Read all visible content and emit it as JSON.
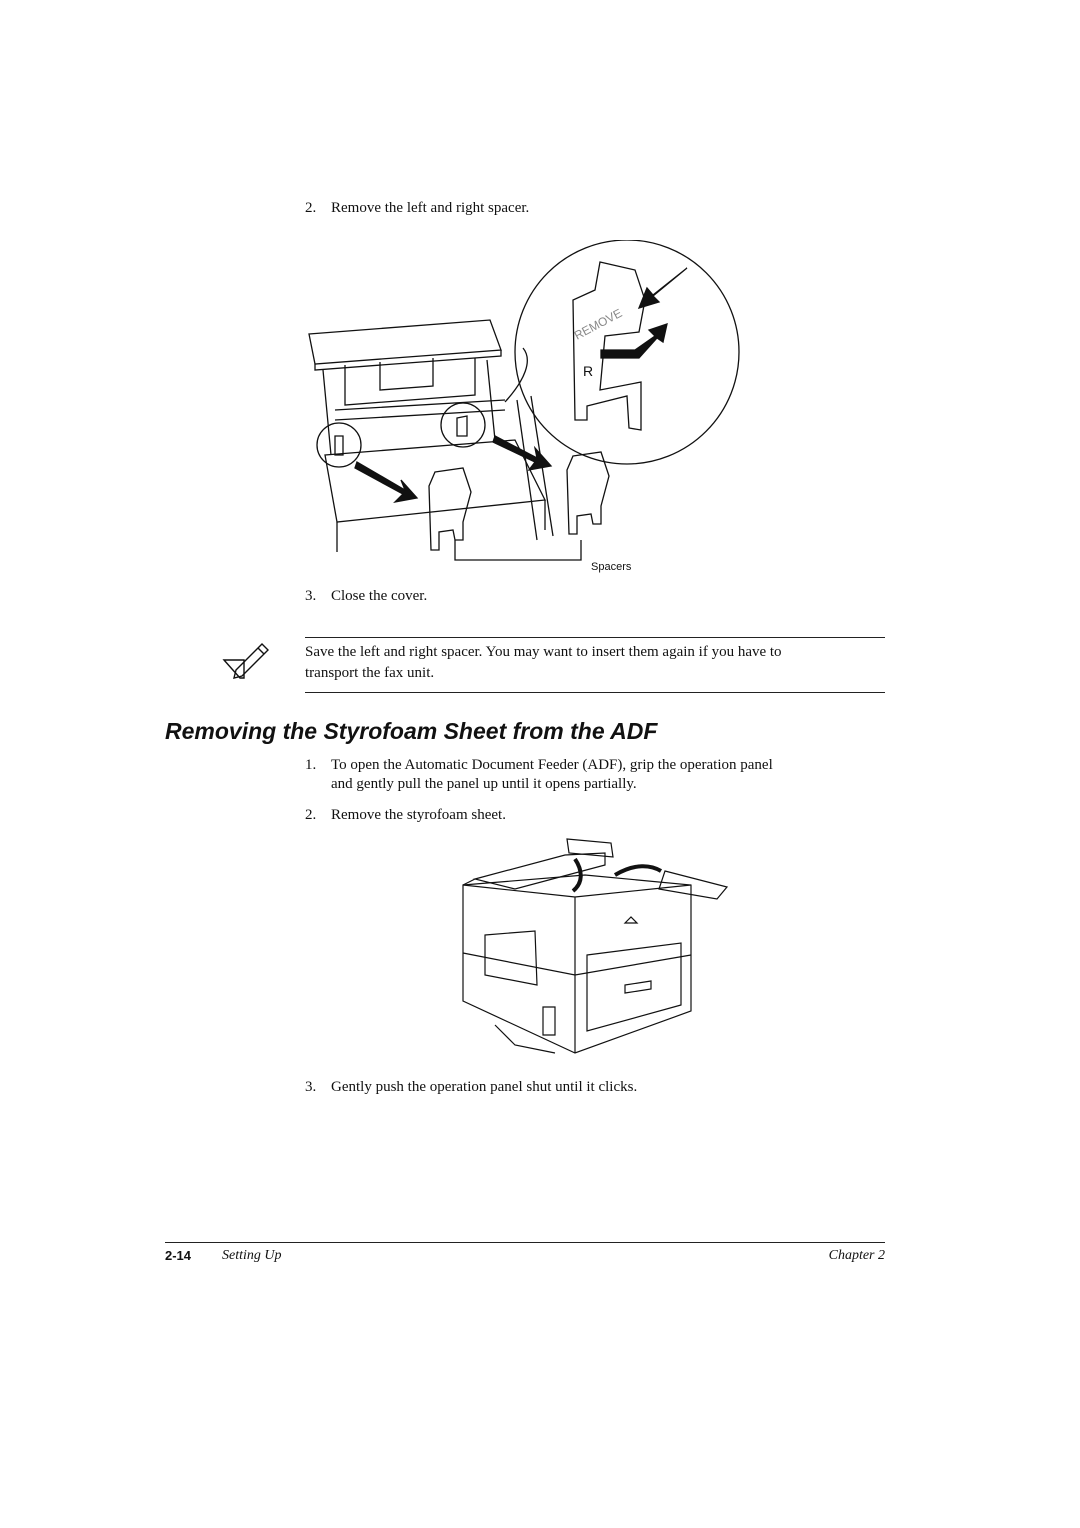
{
  "section1": {
    "step2": {
      "number": "2.",
      "text": "Remove the left and right spacer."
    },
    "figure_caption": "Spacers",
    "figure_stamp": "REMOVE",
    "figure_letter": "R",
    "step3": {
      "number": "3.",
      "text": "Close the cover."
    }
  },
  "note": {
    "icon": "pencil-note-icon",
    "text_line1": "Save the left and right spacer. You may want to insert them again if you have to",
    "text_line2": "transport the fax unit."
  },
  "section2": {
    "heading": "Removing the Styrofoam Sheet from the ADF",
    "step1": {
      "number": "1.",
      "line1": "To open the Automatic Document Feeder (ADF), grip the operation panel",
      "line2": "and gently pull the panel up until it opens partially."
    },
    "step2": {
      "number": "2.",
      "text": "Remove the styrofoam sheet."
    },
    "step3": {
      "number": "3.",
      "text": "Gently push the operation panel shut until it clicks."
    }
  },
  "footer": {
    "page_number": "2-14",
    "section": "Setting Up",
    "chapter": "Chapter 2"
  }
}
